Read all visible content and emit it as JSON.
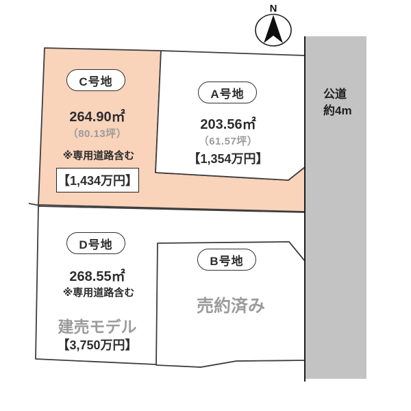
{
  "compass": {
    "north_label": "N"
  },
  "road": {
    "line1": "公道",
    "line2": "約4m"
  },
  "plots": {
    "c": {
      "name": "C号地",
      "area": "264.90㎡",
      "tsubo": "（80.13坪）",
      "note": "※専用道路含む",
      "price": "【1,434万円】"
    },
    "a": {
      "name": "A号地",
      "area": "203.56㎡",
      "tsubo": "（61.57坪）",
      "price": "【1,354万円】"
    },
    "d": {
      "name": "D号地",
      "area": "268.55㎡",
      "note": "※専用道路含む",
      "model_label": "建売モデル",
      "price": "【3,750万円】"
    },
    "b": {
      "name": "B号地",
      "status": "売約済み"
    }
  },
  "colors": {
    "plot_c_fill": "#f9d3ba",
    "road_fill": "#c3c3c3",
    "outline": "#3d3d3d",
    "muted_text": "#9b9b9b",
    "text": "#2d2d2d"
  }
}
